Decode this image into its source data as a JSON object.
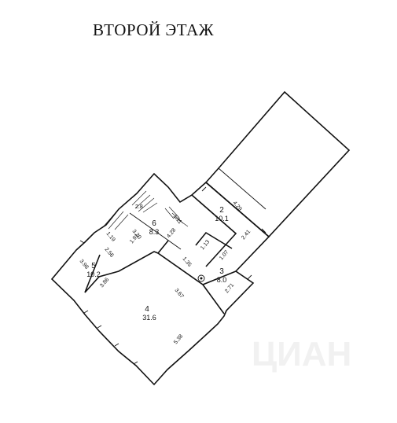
{
  "title": "ВТОРОЙ ЭТАЖ",
  "rooms": [
    {
      "id": "room-4",
      "number": "4",
      "area": "31.6"
    },
    {
      "id": "room-5",
      "number": "5",
      "area": "10.2"
    },
    {
      "id": "room-6",
      "number": "6",
      "area": "8.3"
    },
    {
      "id": "room-2",
      "number": "2",
      "area": "10.1"
    },
    {
      "id": "room-3",
      "number": "3",
      "area": "8.0"
    }
  ],
  "dimensions": {
    "d_3_98": "3.98",
    "d_2_56": "2.56",
    "d_3_86": "3.86",
    "d_1_91": "1.91",
    "d_1_19": "1.19",
    "d_3_20": "3.20",
    "d_4_28": "4.28",
    "d_1_35": "1.35",
    "d_1_13": "1.13",
    "d_3_67": "3.67",
    "d_5_38": "5.38",
    "d_2_71": "2.71",
    "d_2_41": "2.41",
    "d_4_29": "4.29",
    "d_1_07": "1.07",
    "d_2_8": "2.8",
    "d_1_11": "1.11"
  },
  "watermark": "ЦИАН"
}
